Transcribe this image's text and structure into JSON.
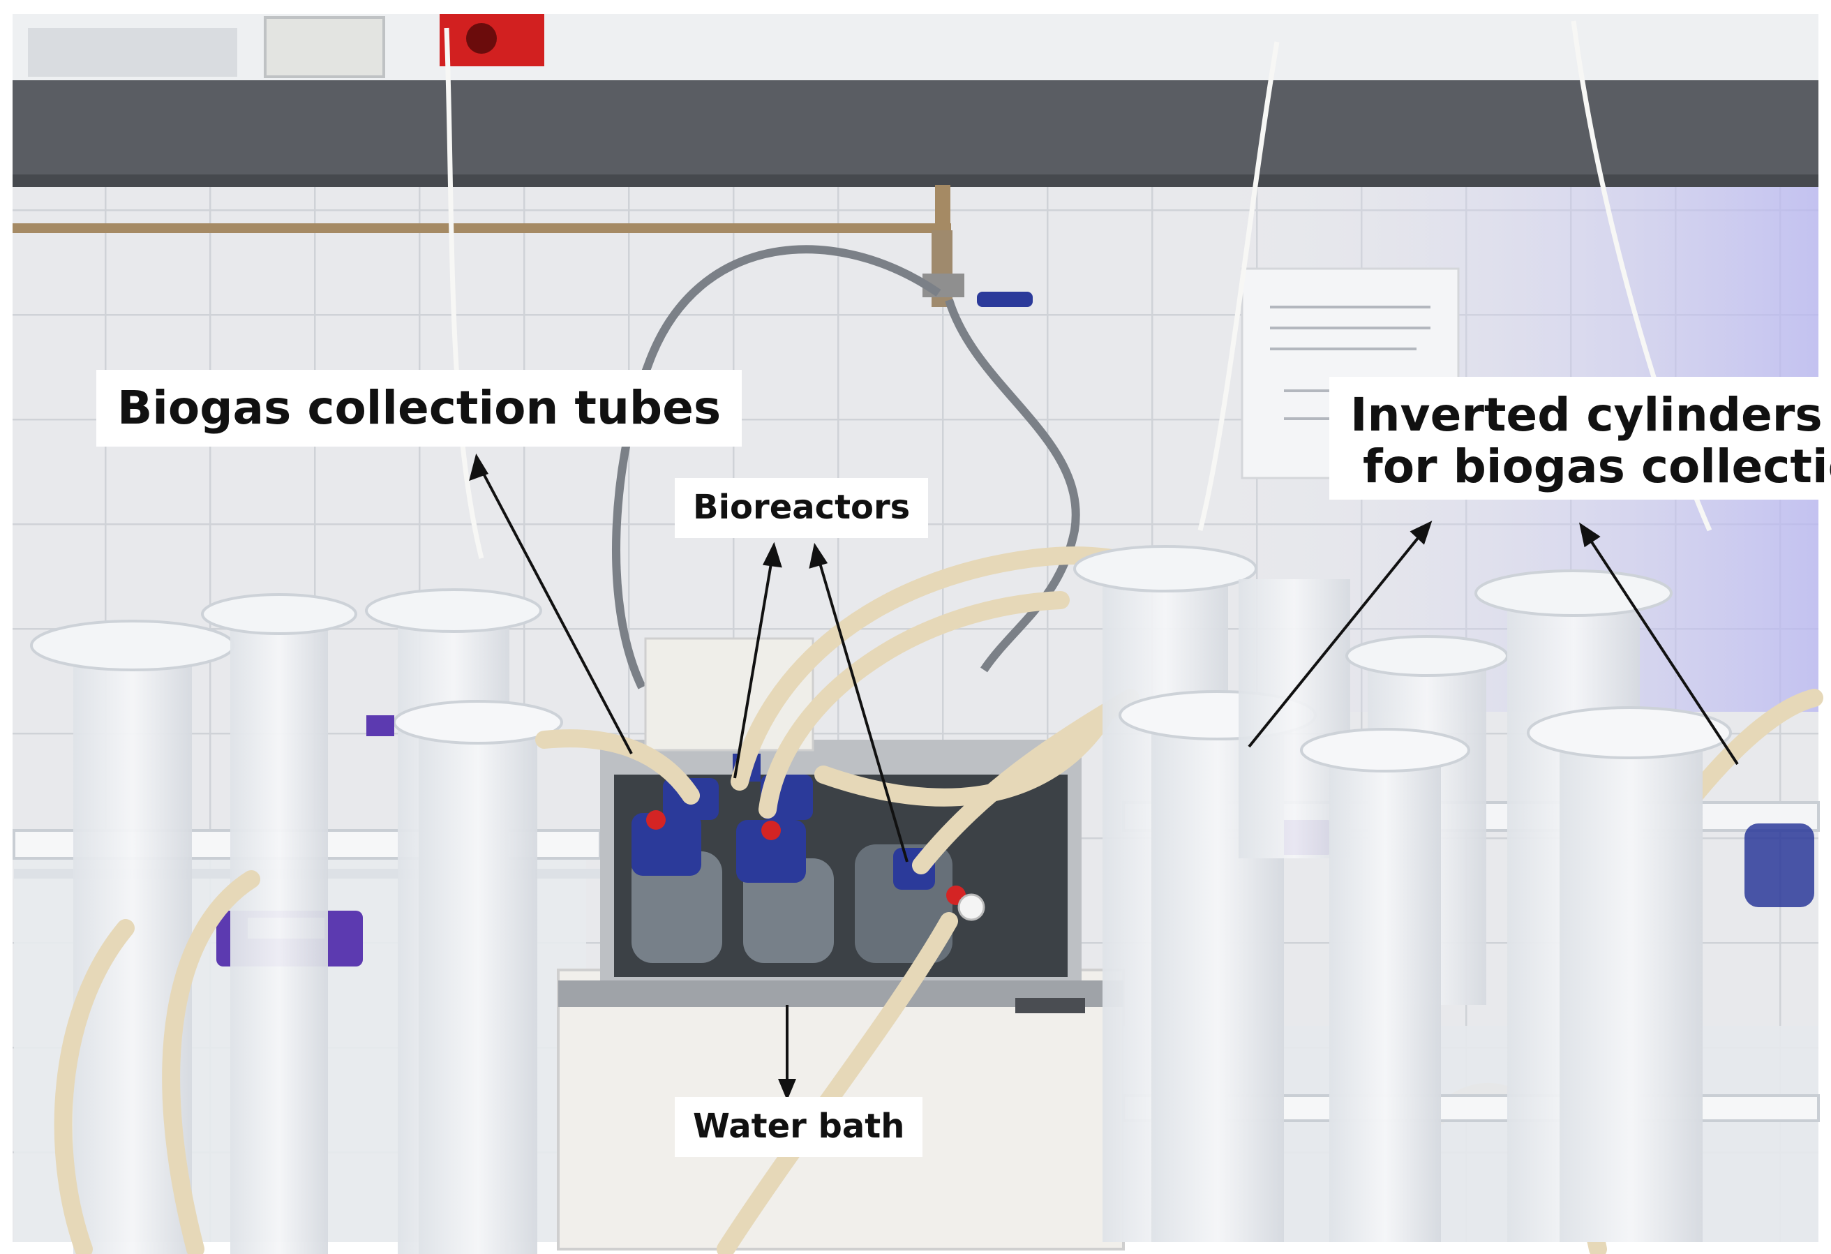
{
  "labels": {
    "biogas_tubes": "Biogas collection tubes",
    "bioreactors": "Bioreactors",
    "water_bath": "Water bath",
    "inverted_line1": "Inverted cylinders",
    "inverted_line2": "for biogas collection"
  },
  "colors": {
    "wall_tile": "#e9eaec",
    "shelf": "#5a5d63",
    "cap_blue": "#2b3a9a",
    "clip_purple": "#5c3ab0",
    "tubing": "#e6d8b8",
    "bath_dark": "#3c4146",
    "lab_bench": "#f2f2f2"
  }
}
